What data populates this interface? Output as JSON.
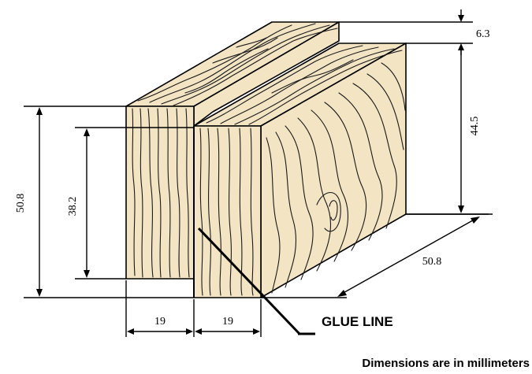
{
  "dimensions": {
    "left_height": "50.8",
    "inner_height": "38.2",
    "top_offset": "6.3",
    "right_height": "44.5",
    "depth": "50.8",
    "width_left": "19",
    "width_right": "19"
  },
  "labels": {
    "glue_line": "GLUE LINE",
    "units_note": "Dimensions are in millimeters"
  },
  "colors": {
    "wood": "#f3e4c4",
    "line": "#000000"
  }
}
